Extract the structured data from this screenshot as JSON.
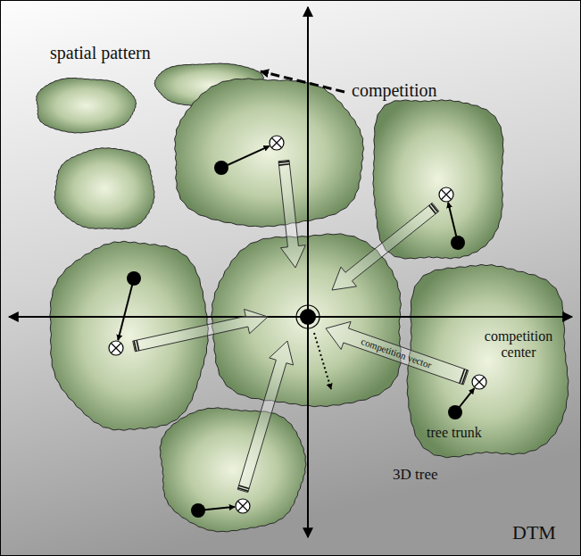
{
  "diagram": {
    "labels": [
      "spatial pattern",
      "competition",
      "competition vector",
      "competition center",
      "tree trunk",
      "3D tree",
      "DTM"
    ]
  }
}
